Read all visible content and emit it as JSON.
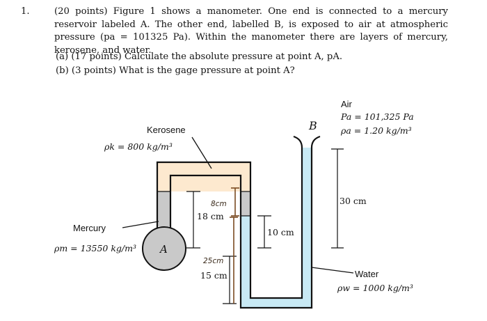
{
  "problem": {
    "number": "1.",
    "text": "(20 points) Figure 1 shows a manometer. One end is connected to a mercury reservoir labeled A. The other end, labelled B, is exposed to air at atmospheric pressure (pa = 101325 Pa). Within the manometer there are layers of mercury, kerosene, and water.",
    "parts": [
      "(a) (17 points) Calculate the absolute pressure at point A, pA.",
      "(b) (3 points) What is the gage pressure at point A?"
    ]
  },
  "figure": {
    "kerosene_label": "Kerosene",
    "kerosene_density": "ρk = 800 kg/m³",
    "air_label": "Air",
    "air_pressure": "Pa = 101,325 Pa",
    "air_density": "ρa = 1.20 kg/m³",
    "point_b": "B",
    "point_a": "A",
    "mercury_label": "Mercury",
    "mercury_density": "ρm = 13550 kg/m³",
    "water_label": "Water",
    "water_density": "ρw = 1000 kg/m³",
    "dim_30": "30 cm",
    "dim_18": "18 cm",
    "dim_10": "10 cm",
    "dim_15": "15 cm",
    "hw_8": "8cm",
    "hw_25": "25cm",
    "colors": {
      "kerosene": "#fde9cf",
      "water": "#c8e9f4",
      "mercury": "#c9c9c9",
      "pipe": "#111111"
    }
  }
}
